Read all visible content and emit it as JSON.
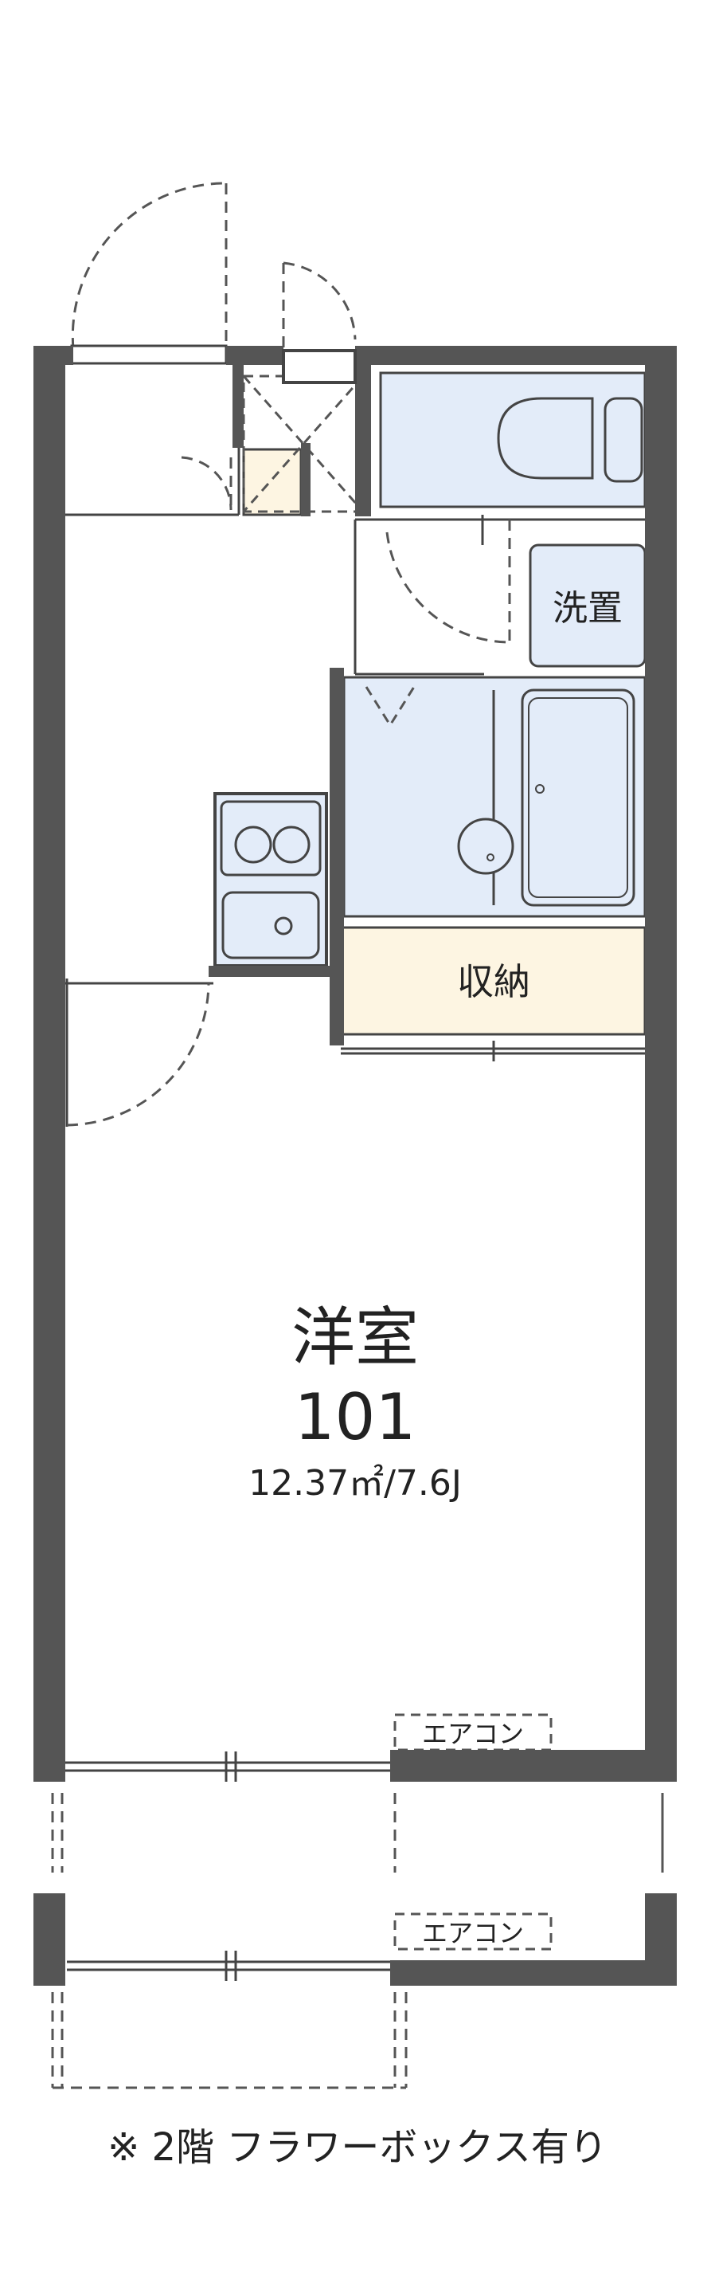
{
  "colors": {
    "wall": "#555555",
    "wet_area": "#e3ecf9",
    "storage": "#fdf5e2",
    "line": "#444444",
    "dash": "#555555"
  },
  "rooms": {
    "main_label": "洋室",
    "unit_number": "101",
    "area": "12.37㎡/7.6J",
    "laundry": "洗置",
    "storage": "収納"
  },
  "equipment": {
    "aircon_1": "エアコン",
    "aircon_2": "エアコン"
  },
  "note": "※ 2階 フラワーボックス有り"
}
